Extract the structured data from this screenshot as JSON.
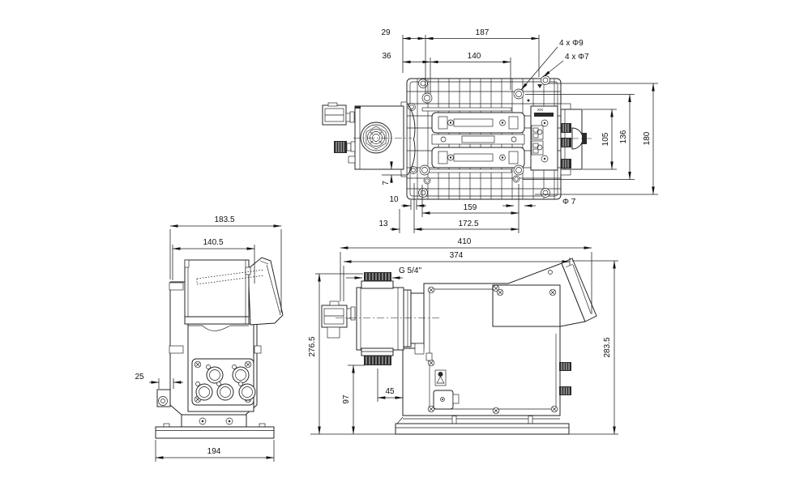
{
  "dims": {
    "top": {
      "d29": "29",
      "d187": "187",
      "d36": "36",
      "d140": "140",
      "holes9": "4 x Φ9",
      "holes7": "4 x Φ7",
      "d105": "105",
      "d136": "136",
      "d180": "180",
      "d7": "7",
      "d10": "10",
      "d159": "159",
      "d172_5": "172.5",
      "d13": "13",
      "dia7": "Φ 7"
    },
    "front": {
      "d183_5": "183.5",
      "d140_5": "140.5",
      "d25": "25",
      "d194": "194"
    },
    "side": {
      "d410": "410",
      "d374": "374",
      "g54": "G 5/4\"",
      "d276_5": "276.5",
      "d97": "97",
      "d45": "45",
      "d283_5": "283.5"
    },
    "plate_mark": "X/X"
  }
}
